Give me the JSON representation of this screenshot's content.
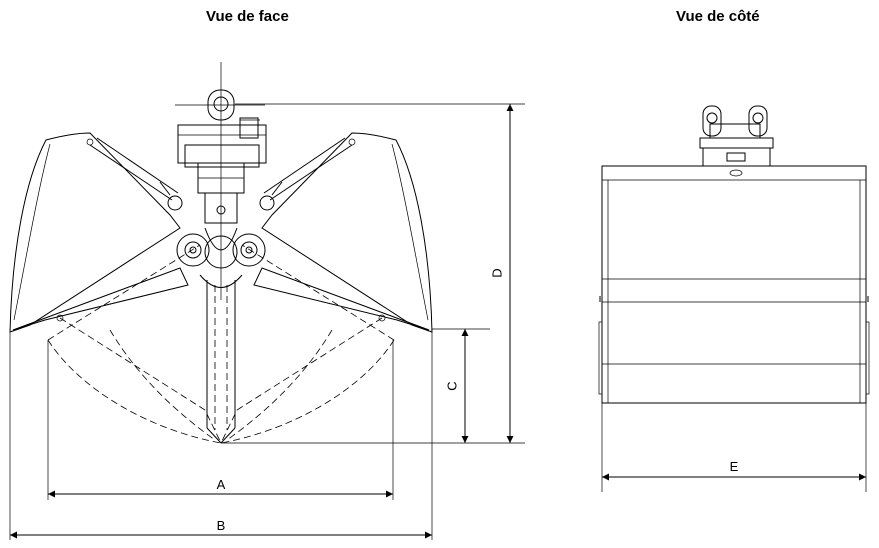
{
  "titles": {
    "front_view": "Vue de face",
    "side_view": "Vue de côté"
  },
  "dimensions": {
    "a": "A",
    "b": "B",
    "c": "C",
    "d": "D",
    "e": "E"
  }
}
